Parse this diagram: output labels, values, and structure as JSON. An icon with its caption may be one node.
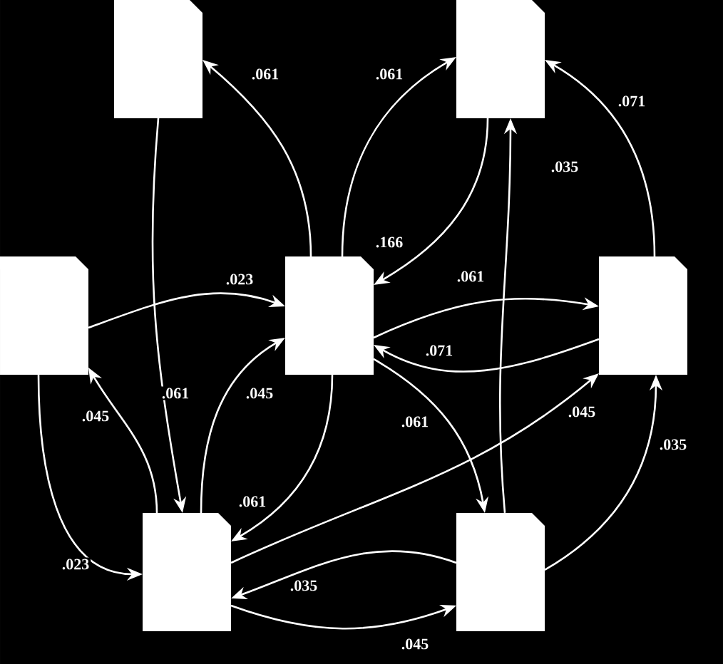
{
  "diagram": {
    "nodes": [
      {
        "text": [],
        "shape": "document"
      },
      {
        "text": [],
        "shape": "document"
      },
      {
        "text": [],
        "shape": "document"
      },
      {
        "text": [],
        "shape": "document"
      },
      {
        "text": [],
        "shape": "document"
      },
      {
        "text": [],
        "shape": "document"
      },
      {
        "text": [],
        "shape": "document"
      }
    ],
    "edges": [
      {
        "from": 3,
        "to": 0,
        "arrow": "to",
        "label": ".061"
      },
      {
        "from": 3,
        "to": 1,
        "arrow": "to",
        "label": ".061"
      },
      {
        "from": 1,
        "to": 3,
        "arrow": "to",
        "label": ".166"
      },
      {
        "from": 4,
        "to": 1,
        "arrow": "to",
        "label": ".071"
      },
      {
        "from": 6,
        "to": 1,
        "arrow": "to",
        "label": ".035"
      },
      {
        "from": 2,
        "to": 3,
        "arrow": "to",
        "label": ".023"
      },
      {
        "from": 3,
        "to": 4,
        "arrow": "to",
        "label": ".061"
      },
      {
        "from": 4,
        "to": 3,
        "arrow": "to",
        "label": ".071"
      },
      {
        "from": 0,
        "to": 5,
        "arrow": "to",
        "label": ".061"
      },
      {
        "from": 5,
        "to": 2,
        "arrow": "to",
        "label": ".045"
      },
      {
        "from": 5,
        "to": 3,
        "arrow": "to",
        "label": ".045"
      },
      {
        "from": 3,
        "to": 5,
        "arrow": "to",
        "label": ".061"
      },
      {
        "from": 2,
        "to": 5,
        "arrow": "to",
        "label": ".023"
      },
      {
        "from": 5,
        "to": 4,
        "arrow": "to",
        "label": ".045"
      },
      {
        "from": 6,
        "to": 5,
        "arrow": "to",
        "label": ".035"
      },
      {
        "from": 5,
        "to": 6,
        "arrow": "to",
        "label": ".045"
      },
      {
        "from": 3,
        "to": 6,
        "arrow": "to",
        "label": ".061"
      },
      {
        "from": 6,
        "to": 4,
        "arrow": "to",
        "label": ".035"
      }
    ]
  }
}
